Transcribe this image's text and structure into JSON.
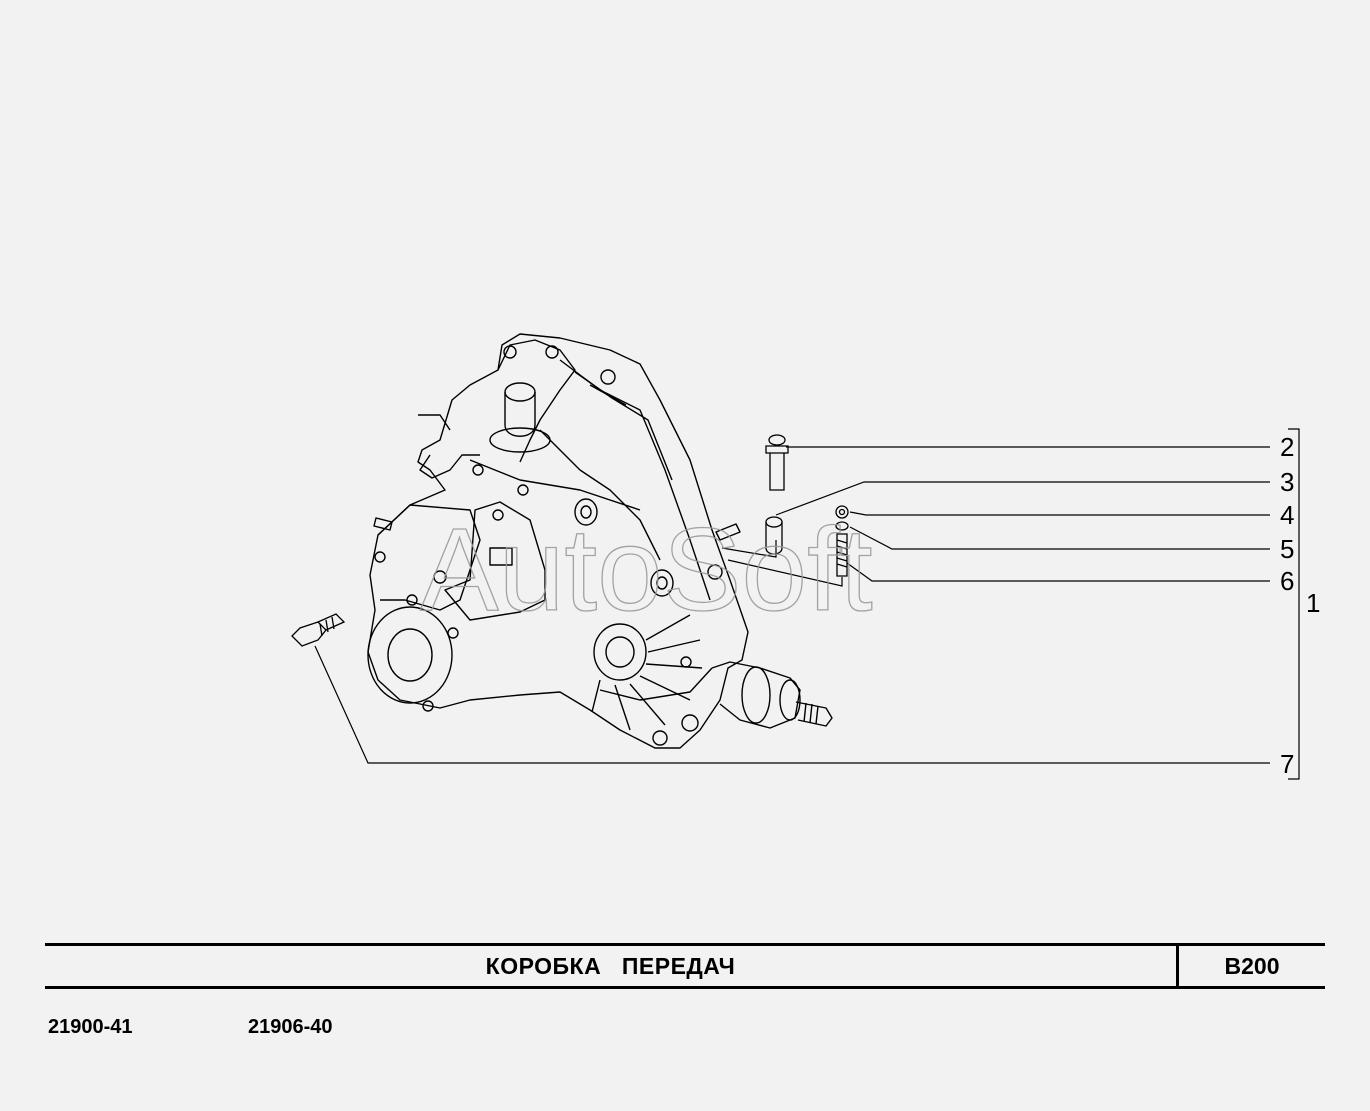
{
  "diagram": {
    "watermark": "AutoSoft",
    "assembly_callout": "1",
    "callouts": [
      "2",
      "3",
      "4",
      "5",
      "6",
      "7"
    ]
  },
  "title_block": {
    "title": "КОРОБКА   ПЕРЕДАЧ",
    "code": "B200"
  },
  "models": [
    "21900-41",
    "21906-40"
  ]
}
